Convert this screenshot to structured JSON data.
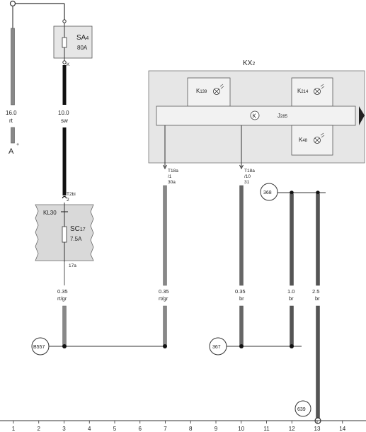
{
  "battery": {
    "label": "A",
    "plus": "+",
    "wire_size": "16.0",
    "wire_color": "rt"
  },
  "fuse_sa4": {
    "name": "SA",
    "index": "4",
    "rating": "80A",
    "pin": "K"
  },
  "wire_sw": {
    "size": "10.0",
    "color": "sw"
  },
  "connector_t2bi": {
    "name": "T2bi",
    "pin": "2"
  },
  "fuse_block": {
    "terminal": "KL30",
    "name": "SC",
    "index": "17",
    "rating": "7.5A",
    "pin": "17a"
  },
  "control_unit": {
    "name": "KX",
    "index": "2",
    "lamps": [
      {
        "name": "K",
        "index": "139"
      },
      {
        "name": "K",
        "index": "214"
      },
      {
        "name": "K",
        "index": "48"
      }
    ],
    "module": {
      "name": "J",
      "index": "285"
    }
  },
  "connector_t18a_30a": {
    "name": "T18a",
    "pin": "/1",
    "signal": "30a"
  },
  "connector_t18a_31": {
    "name": "T18a",
    "pin": "/10",
    "signal": "31"
  },
  "wires": [
    {
      "size": "0.35",
      "color": "rt/gr"
    },
    {
      "size": "0.35",
      "color": "rt/gr"
    },
    {
      "size": "0.35",
      "color": "br"
    },
    {
      "size": "1.0",
      "color": "br"
    },
    {
      "size": "2.5",
      "color": "br"
    }
  ],
  "references": [
    "B557",
    "367",
    "368",
    "639"
  ],
  "grid_numbers": [
    "1",
    "2",
    "3",
    "4",
    "5",
    "6",
    "7",
    "8",
    "9",
    "10",
    "11",
    "12",
    "13",
    "14"
  ]
}
